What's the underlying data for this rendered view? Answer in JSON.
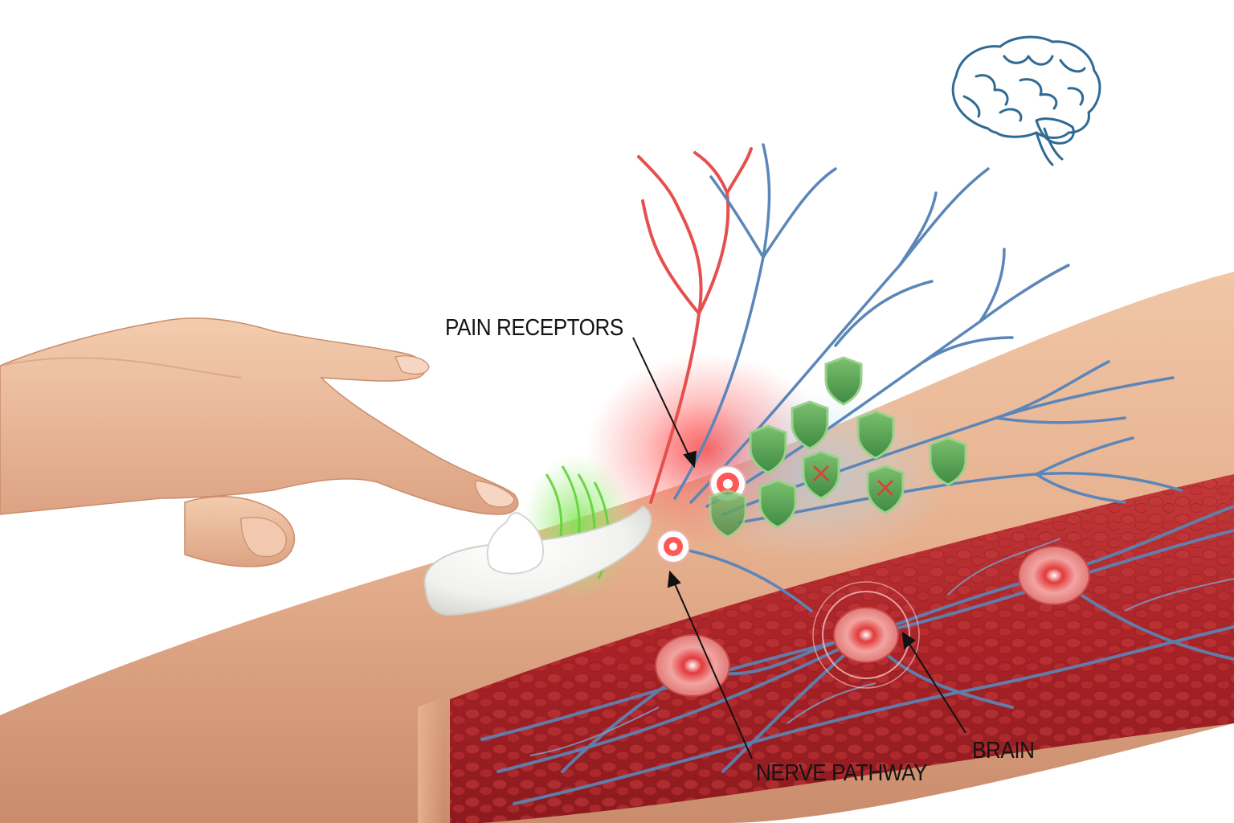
{
  "labels": {
    "pain_receptors": "PAIN RECEPTORS",
    "nerve_pathway": "NERVE PATHWAY",
    "brain": "BRAIN"
  },
  "colors": {
    "skin": "#e9b896",
    "skin_shadow": "#c98c6c",
    "muscle": "#b8282c",
    "nerve": "#5b86b8",
    "pain_red": "#e8383a",
    "relief_green": "#6fd04a",
    "shield_green": "#4f9a4e",
    "cream": "#f4f4f2",
    "brain_outline": "#2e6a94",
    "label_text": "#141414"
  },
  "icons": [
    "brain-icon",
    "shield-icon",
    "cream-icon",
    "pain-signal-icon"
  ]
}
